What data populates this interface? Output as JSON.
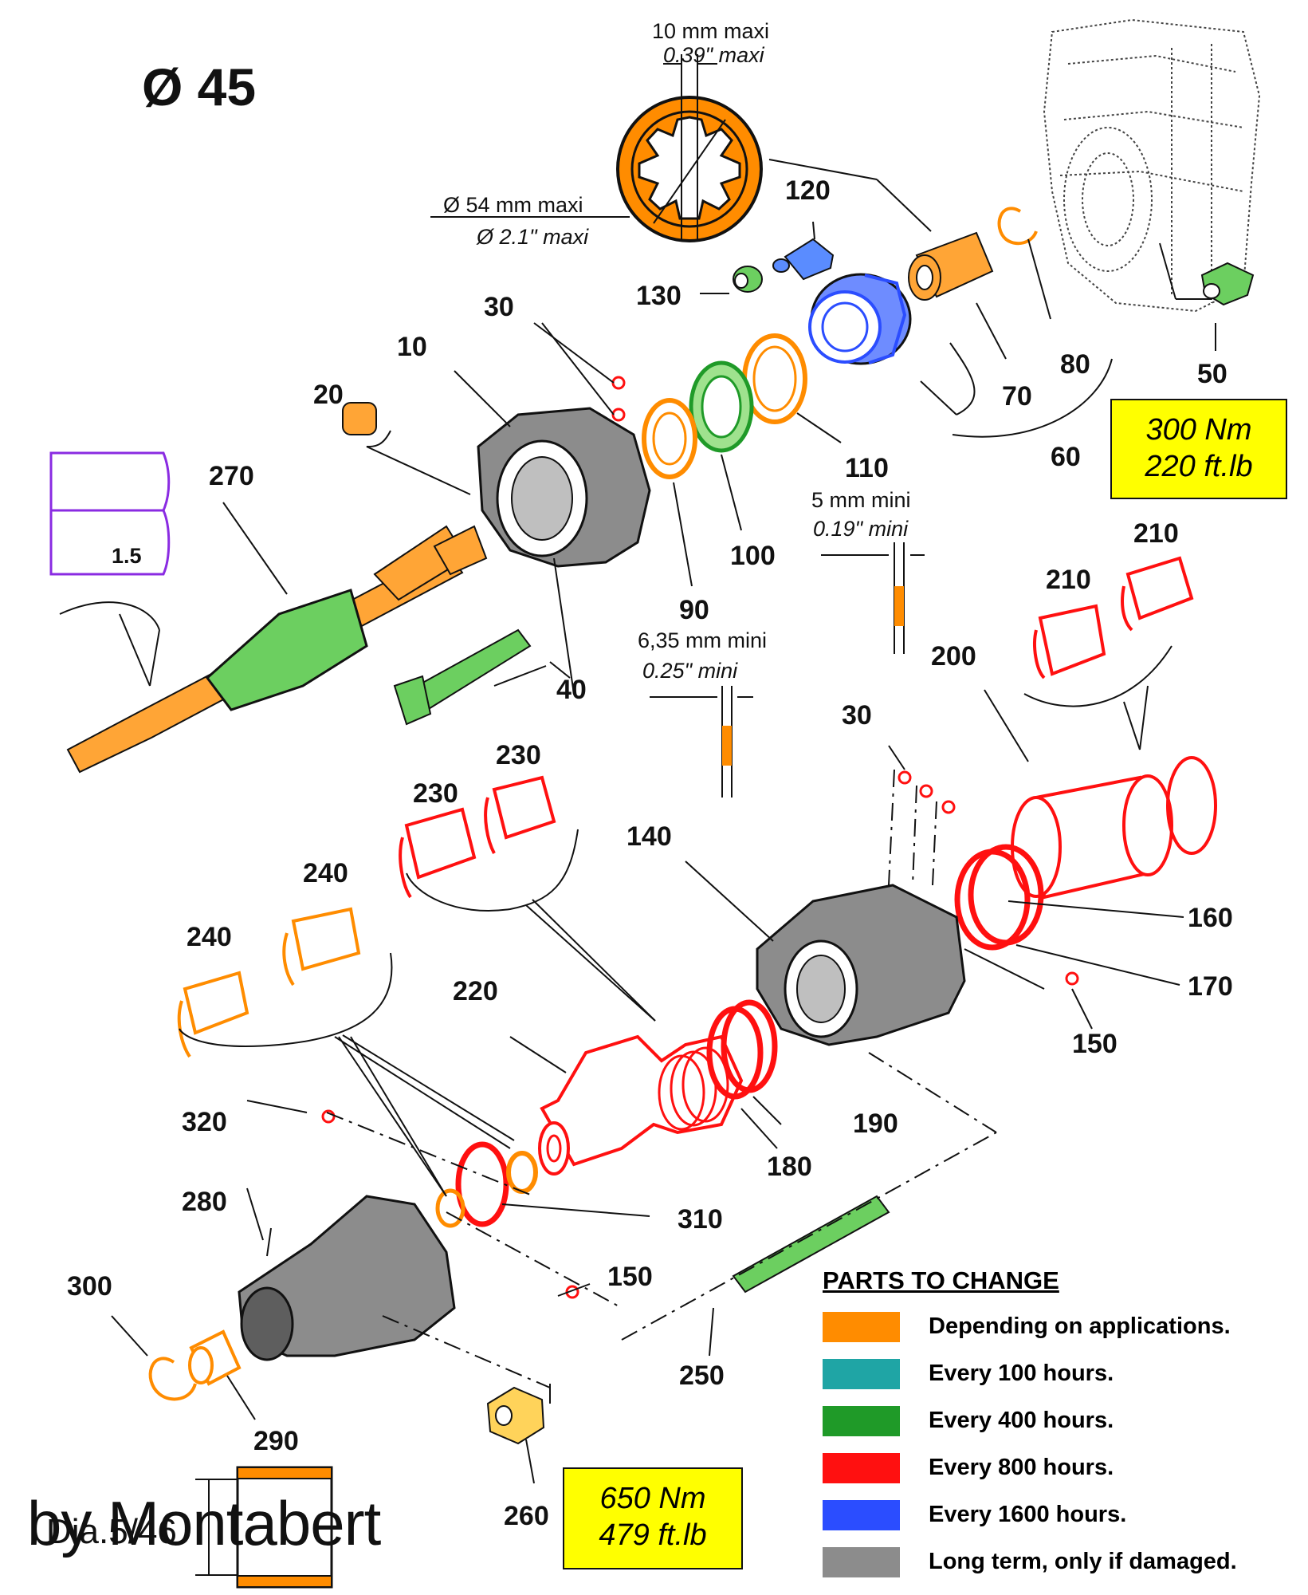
{
  "title": "Ø 45",
  "gauge_note": {
    "width_mm": "10 mm maxi",
    "width_in": "0.39\" maxi",
    "dia_mm": "Ø 54 mm maxi",
    "dia_in": "Ø 2.1\" maxi"
  },
  "measures": {
    "m1_mm": "5 mm mini",
    "m1_in": "0.19\" mini",
    "m2_mm": "6,35 mm mini",
    "m2_in": "0.25\" mini",
    "dia_small": "Dia.5/46"
  },
  "wear_value": "1.5",
  "part_labels": {
    "p10": "10",
    "p20": "20",
    "p30a": "30",
    "p30b": "30",
    "p40": "40",
    "p50": "50",
    "p60": "60",
    "p70": "70",
    "p80": "80",
    "p90": "90",
    "p100": "100",
    "p110": "110",
    "p120": "120",
    "p130": "130",
    "p140": "140",
    "p150a": "150",
    "p150b": "150",
    "p160": "160",
    "p170": "170",
    "p180": "180",
    "p190": "190",
    "p200": "200",
    "p210a": "210",
    "p210b": "210",
    "p220": "220",
    "p230a": "230",
    "p230b": "230",
    "p240a": "240",
    "p240b": "240",
    "p250": "250",
    "p260": "260",
    "p270": "270",
    "p280": "280",
    "p290a": "290",
    "p300": "300",
    "p310": "310",
    "p320": "320"
  },
  "torque_boxes": [
    {
      "line1": "300 Nm",
      "line2": "220 ft.lb"
    },
    {
      "line1": "650 Nm",
      "line2": "479 ft.lb"
    }
  ],
  "legend": {
    "title": "PARTS TO CHANGE",
    "items": [
      {
        "label": "Depending on applications.",
        "color": "#ff8c00"
      },
      {
        "label": "Every 100 hours.",
        "color": "#1fa5a5"
      },
      {
        "label": "Every 400 hours.",
        "color": "#1f9a28"
      },
      {
        "label": "Every 800 hours.",
        "color": "#ff1010"
      },
      {
        "label": "Every 1600 hours.",
        "color": "#2b4dff"
      },
      {
        "label": "Long term, only if damaged.",
        "color": "#8c8c8c"
      }
    ]
  },
  "credit": "by Montabert"
}
